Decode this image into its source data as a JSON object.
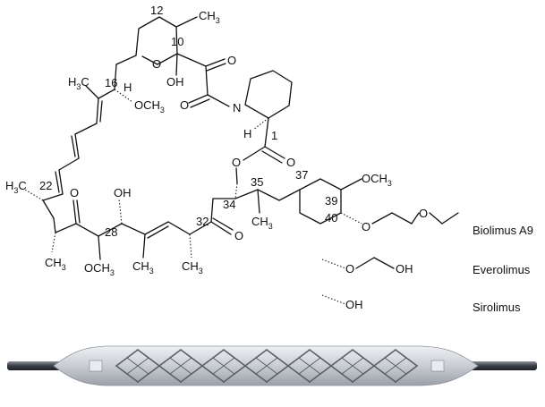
{
  "atoms": {
    "o_ring": "O",
    "oh_10": "OH",
    "o_ketone_9": "O",
    "o_amide": "O",
    "n": "N",
    "h_2": "H",
    "o_ester_1": "O",
    "o_ester": "O",
    "h_16": "H",
    "och3_16_o": "OCH",
    "och3_16_sub": "3",
    "h3c_17_c": "H",
    "h3c_17_sub": "3",
    "h3c_17_tail": "C",
    "h3c_23_c": "H",
    "h3c_23_sub": "3",
    "h3c_23_tail": "C",
    "o_26": "O",
    "oh_28": "OH",
    "o_32": "O",
    "ch3_25_c": "CH",
    "ch3_25_sub": "3",
    "och3_27_o": "OCH",
    "och3_27_sub": "3",
    "ch3_29_c": "CH",
    "ch3_29_sub": "3",
    "ch3_31_c": "CH",
    "ch3_31_sub": "3",
    "ch3_35_c": "CH",
    "ch3_35_sub": "3",
    "ch3_12_c": "CH",
    "ch3_12_sub": "3",
    "och3_39_o": "OCH",
    "och3_39_sub": "3",
    "o_40_a": "O",
    "o_40_b": "O",
    "o_ever": "O",
    "oh_ever": "OH",
    "oh_siro": "OH"
  },
  "locants": [
    "12",
    "10",
    "16",
    "1",
    "22",
    "34",
    "35",
    "37",
    "39",
    "40",
    "28",
    "32"
  ],
  "drugs": [
    "Biolimus A9",
    "Everolimus",
    "Sirolimus"
  ],
  "stent": {
    "cells": 7
  },
  "colors": {
    "ink": "#111111",
    "balloon": "#c9cdd3",
    "strut": "#5a6068",
    "catheter": "#3a3f46"
  }
}
